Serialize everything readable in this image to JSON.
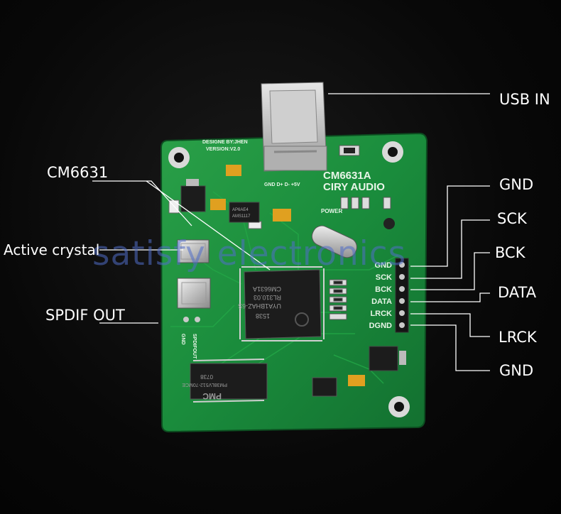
{
  "labels": {
    "usb_in": "USB IN",
    "cm6631": "CM6631",
    "active_crystal": "Active crystal",
    "spdif_out": "SPDIF OUT",
    "gnd_top": "GND",
    "sck": "SCK",
    "bck": "BCK",
    "data": "DATA",
    "lrck": "LRCK",
    "gnd_bottom": "GND"
  },
  "watermark": "satisfy electronics",
  "board": {
    "title": "CM6631A",
    "subtitle": "CIRY AUDIO",
    "designer": "DESIGNE BY:JHEN",
    "version": "VERSION:V2.0",
    "usb_pins": "GND D+ D- +5V",
    "power": "POWER",
    "header_pins": [
      "GND",
      "SCK",
      "BCK",
      "DATA",
      "LRCK",
      "DGND"
    ],
    "spdif_pins": [
      "GND",
      "SPDIFOUT"
    ],
    "chip_main": [
      "CM6631A",
      "RL310.03",
      "UYA1BHAZ-6S",
      "1538"
    ],
    "chip_pmc": [
      "0738",
      "PM38LV512-70MCE",
      "PMC"
    ],
    "chip_reg": [
      "AP6AE4",
      "AMS1117"
    ]
  },
  "colors": {
    "pcb": "#1a8c3c",
    "silkscreen": "#e8f5e8",
    "label_text": "#ffffff",
    "watermark": "#5070c8"
  }
}
